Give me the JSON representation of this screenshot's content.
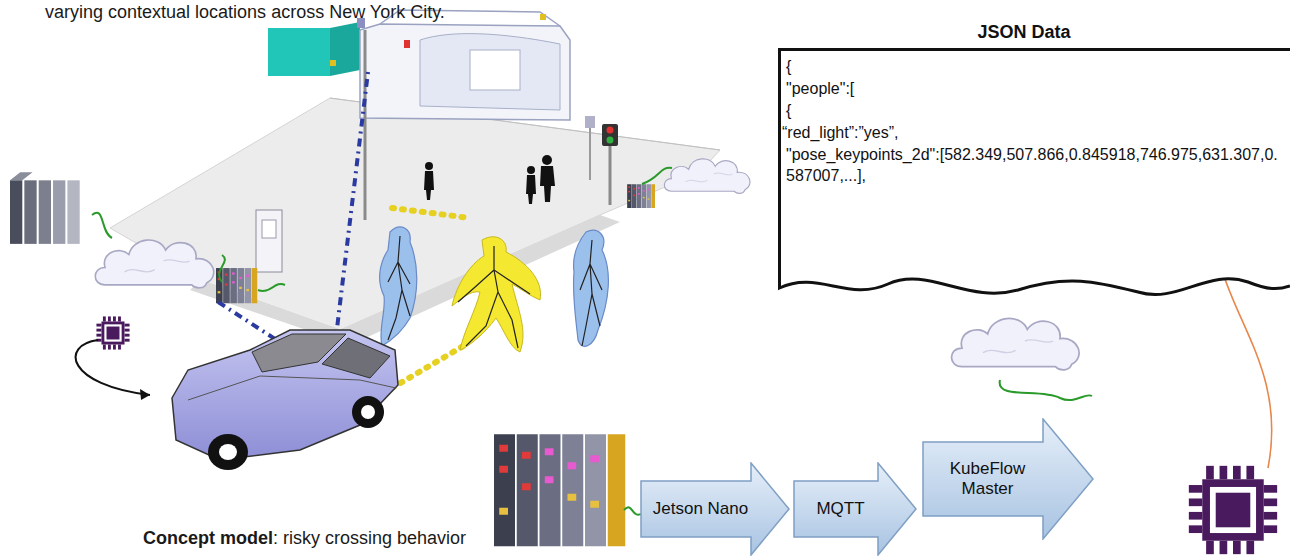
{
  "diagram": {
    "nodes": [
      {
        "text": [
          "JSON Data",
          "{",
          "\"people\":[",
          "{",
          "“red_light”:”yes”,",
          "\"pose_keypoints_2d\":[582.349,507.866,0.845918,746.975,631.307,0.587007,...],"
        ]
      },
      {
        "text": [
          "Jetson Nano"
        ]
      },
      {
        "text": [
          "MQTT"
        ]
      },
      {
        "text": [
          "KubeFlow Master"
        ]
      }
    ],
    "labels": [
      "varying contextual locations across New York City.",
      "Concept model",
      ": risky crossing behavior"
    ]
  }
}
